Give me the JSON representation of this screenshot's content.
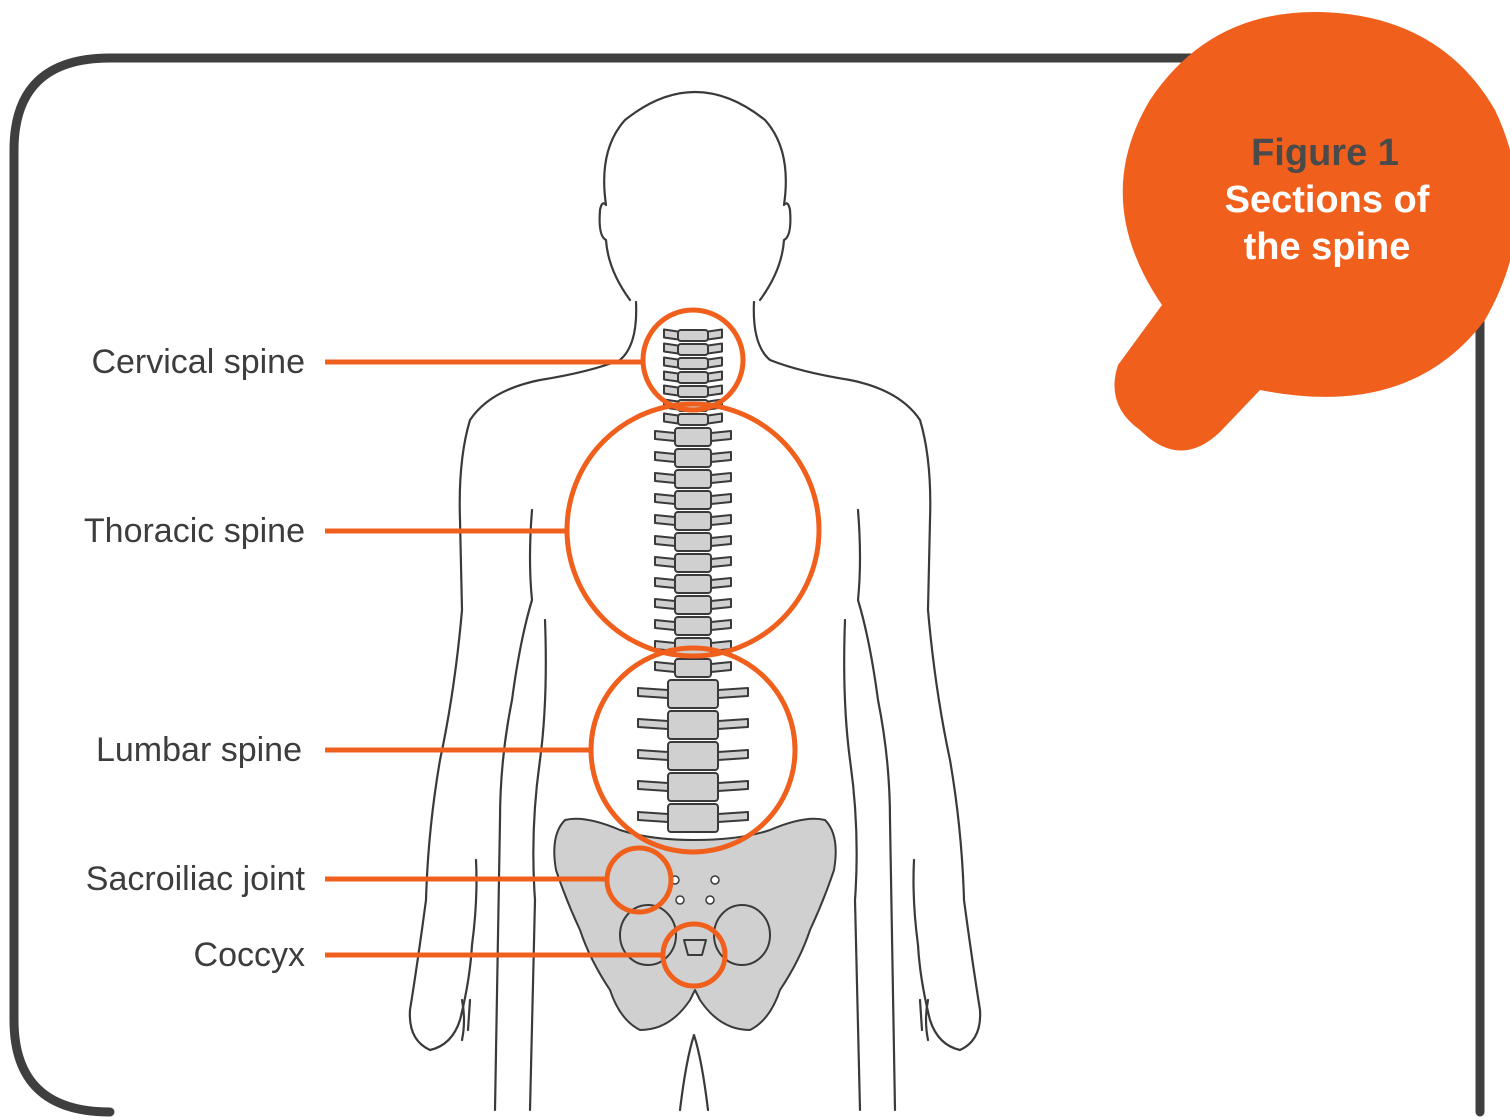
{
  "colors": {
    "accent": "#f0601c",
    "frame": "#3f3f3f",
    "bone": "#d0d0d0",
    "badge_title": "#4a4a4a",
    "badge_subtitle": "#ffffff",
    "label_text": "#3d3d3d"
  },
  "badge": {
    "title": "Figure 1",
    "subtitle_line1": "Sections of",
    "subtitle_line2": "the spine"
  },
  "callouts": [
    {
      "id": "cervical",
      "label": "Cervical spine"
    },
    {
      "id": "thoracic",
      "label": "Thoracic spine"
    },
    {
      "id": "lumbar",
      "label": "Lumbar spine"
    },
    {
      "id": "sacroiliac",
      "label": "Sacroiliac joint"
    },
    {
      "id": "coccyx",
      "label": "Coccyx"
    }
  ]
}
